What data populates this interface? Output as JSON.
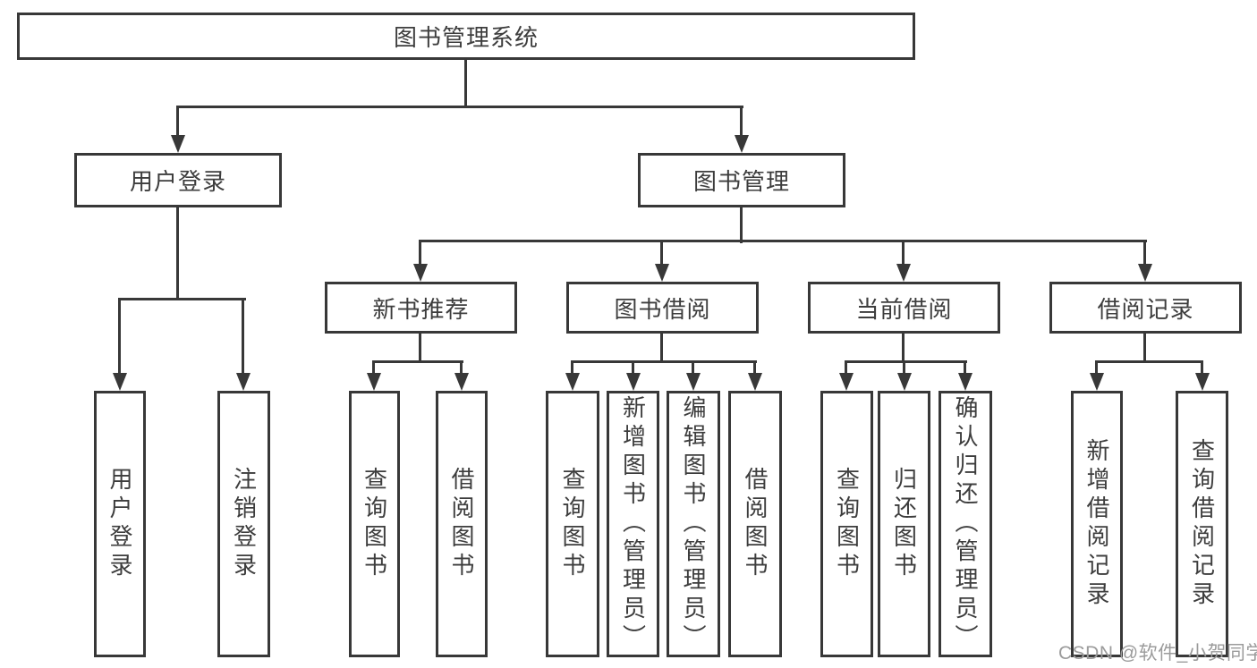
{
  "colors": {
    "line": "#383838",
    "text": "#3d3d3d",
    "box_background": "#ffffff",
    "watermark": "#9b9b9b"
  },
  "tree": {
    "root": "图书管理系统",
    "branches": [
      {
        "label": "用户登录",
        "children": [
          "用户登录",
          "注销登录"
        ]
      },
      {
        "label": "图书管理",
        "groups": [
          {
            "label": "新书推荐",
            "children": [
              "查询图书",
              "借阅图书"
            ]
          },
          {
            "label": "图书借阅",
            "children": [
              "查询图书",
              "新增图书（管理员）",
              "编辑图书（管理员）",
              "借阅图书"
            ]
          },
          {
            "label": "当前借阅",
            "children": [
              "查询图书",
              "归还图书",
              "确认归还（管理员）"
            ]
          },
          {
            "label": "借阅记录",
            "children": [
              "新增借阅记录",
              "查询借阅记录"
            ]
          }
        ]
      }
    ]
  },
  "watermark": "CSDN @软件_小贺同学"
}
